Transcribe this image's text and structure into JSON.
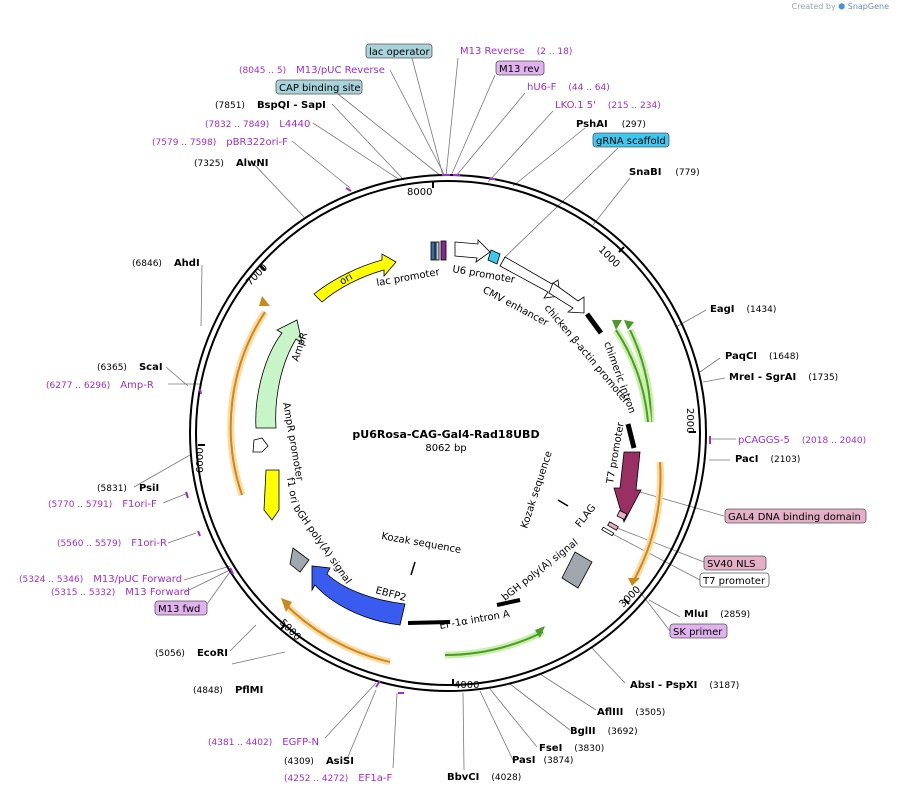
{
  "credit": {
    "prefix": "Created by",
    "brand": "SnapGene"
  },
  "plasmid": {
    "name": "pU6Rosa-CAG-Gal4-Rad18UBD",
    "length_label": "8062 bp",
    "length": 8062
  },
  "ticks": [
    "1000",
    "2000",
    "3000",
    "4000",
    "5000",
    "6000",
    "7000",
    "8000"
  ],
  "colors": {
    "primer": "#9b2fcf",
    "enzyme": "#000000",
    "backbone": "#000000"
  },
  "sites": [
    {
      "name": "PshAI",
      "pos": "(297)"
    },
    {
      "name": "SnaBI",
      "pos": "(779)"
    },
    {
      "name": "EagI",
      "pos": "(1434)"
    },
    {
      "name": "PaqCI",
      "pos": "(1648)"
    },
    {
      "name": "MreI - SgrAI",
      "pos": "(1735)"
    },
    {
      "name": "PacI",
      "pos": "(2103)"
    },
    {
      "name": "MluI",
      "pos": "(2859)"
    },
    {
      "name": "AbsI - PspXI",
      "pos": "(3187)"
    },
    {
      "name": "AflIII",
      "pos": "(3505)"
    },
    {
      "name": "BglII",
      "pos": "(3692)"
    },
    {
      "name": "FseI",
      "pos": "(3830)"
    },
    {
      "name": "PasI",
      "pos": "(3874)"
    },
    {
      "name": "BbvCI",
      "pos": "(4028)"
    },
    {
      "name": "AsiSI",
      "pos": "(4309)"
    },
    {
      "name": "PflMI",
      "pos": "(4848)"
    },
    {
      "name": "EcoRI",
      "pos": "(5056)"
    },
    {
      "name": "PsiI",
      "pos": "(5831)"
    },
    {
      "name": "ScaI",
      "pos": "(6365)"
    },
    {
      "name": "AhdI",
      "pos": "(6846)"
    },
    {
      "name": "AlwNI",
      "pos": "(7325)"
    },
    {
      "name": "BspQI - SapI",
      "pos": "(7851)"
    }
  ],
  "primers": [
    {
      "name": "M13 Reverse",
      "pos": "(2 .. 18)"
    },
    {
      "name": "hU6-F",
      "pos": "(44 .. 64)"
    },
    {
      "name": "LKO.1 5'",
      "pos": "(215 .. 234)"
    },
    {
      "name": "pCAGGS-5",
      "pos": "(2018 .. 2040)"
    },
    {
      "name": "EGFP-N",
      "pos": "(4381 .. 4402)"
    },
    {
      "name": "EF1a-F",
      "pos": "(4252 .. 4272)"
    },
    {
      "name": "M13 Forward",
      "pos": "(5315 .. 5332)"
    },
    {
      "name": "M13/pUC Forward",
      "pos": "(5324 .. 5346)"
    },
    {
      "name": "F1ori-R",
      "pos": "(5560 .. 5579)"
    },
    {
      "name": "F1ori-F",
      "pos": "(5770 .. 5791)"
    },
    {
      "name": "Amp-R",
      "pos": "(6277 .. 6296)"
    },
    {
      "name": "pBR322ori-F",
      "pos": "(7579 .. 7598)"
    },
    {
      "name": "L4440",
      "pos": "(7832 .. 7849)"
    },
    {
      "name": "M13/pUC Reverse",
      "pos": "(8045 .. 5)"
    }
  ],
  "boxed": [
    {
      "name": "lac operator",
      "fill": "#a9d3db"
    },
    {
      "name": "M13 rev",
      "fill": "#e0b3ee"
    },
    {
      "name": "CAP binding site",
      "fill": "#a9d3db"
    },
    {
      "name": "gRNA scaffold",
      "fill": "#3ec8f0"
    },
    {
      "name": "GAL4 DNA binding domain",
      "fill": "#e4b0c6"
    },
    {
      "name": "SV40 NLS",
      "fill": "#e4b0c6"
    },
    {
      "name": "T7 promoter",
      "fill": "#ffffff"
    },
    {
      "name": "SK primer",
      "fill": "#e0b3ee"
    },
    {
      "name": "M13 fwd",
      "fill": "#e0b3ee"
    }
  ],
  "features": [
    {
      "name": "lac promoter"
    },
    {
      "name": "U6 promoter"
    },
    {
      "name": "CMV enhancer"
    },
    {
      "name": "chicken β-actin promoter"
    },
    {
      "name": "chimeric intron"
    },
    {
      "name": "T7 promoter"
    },
    {
      "name": "Kozak sequence"
    },
    {
      "name": "FLAG"
    },
    {
      "name": "bGH poly(A) signal"
    },
    {
      "name": "EF-1α intron A"
    },
    {
      "name": "EBFP2"
    },
    {
      "name": "Kozak sequence"
    },
    {
      "name": "bGH poly(A) signal"
    },
    {
      "name": "f1 ori"
    },
    {
      "name": "AmpR promoter"
    },
    {
      "name": "AmpR"
    },
    {
      "name": "ori"
    }
  ]
}
